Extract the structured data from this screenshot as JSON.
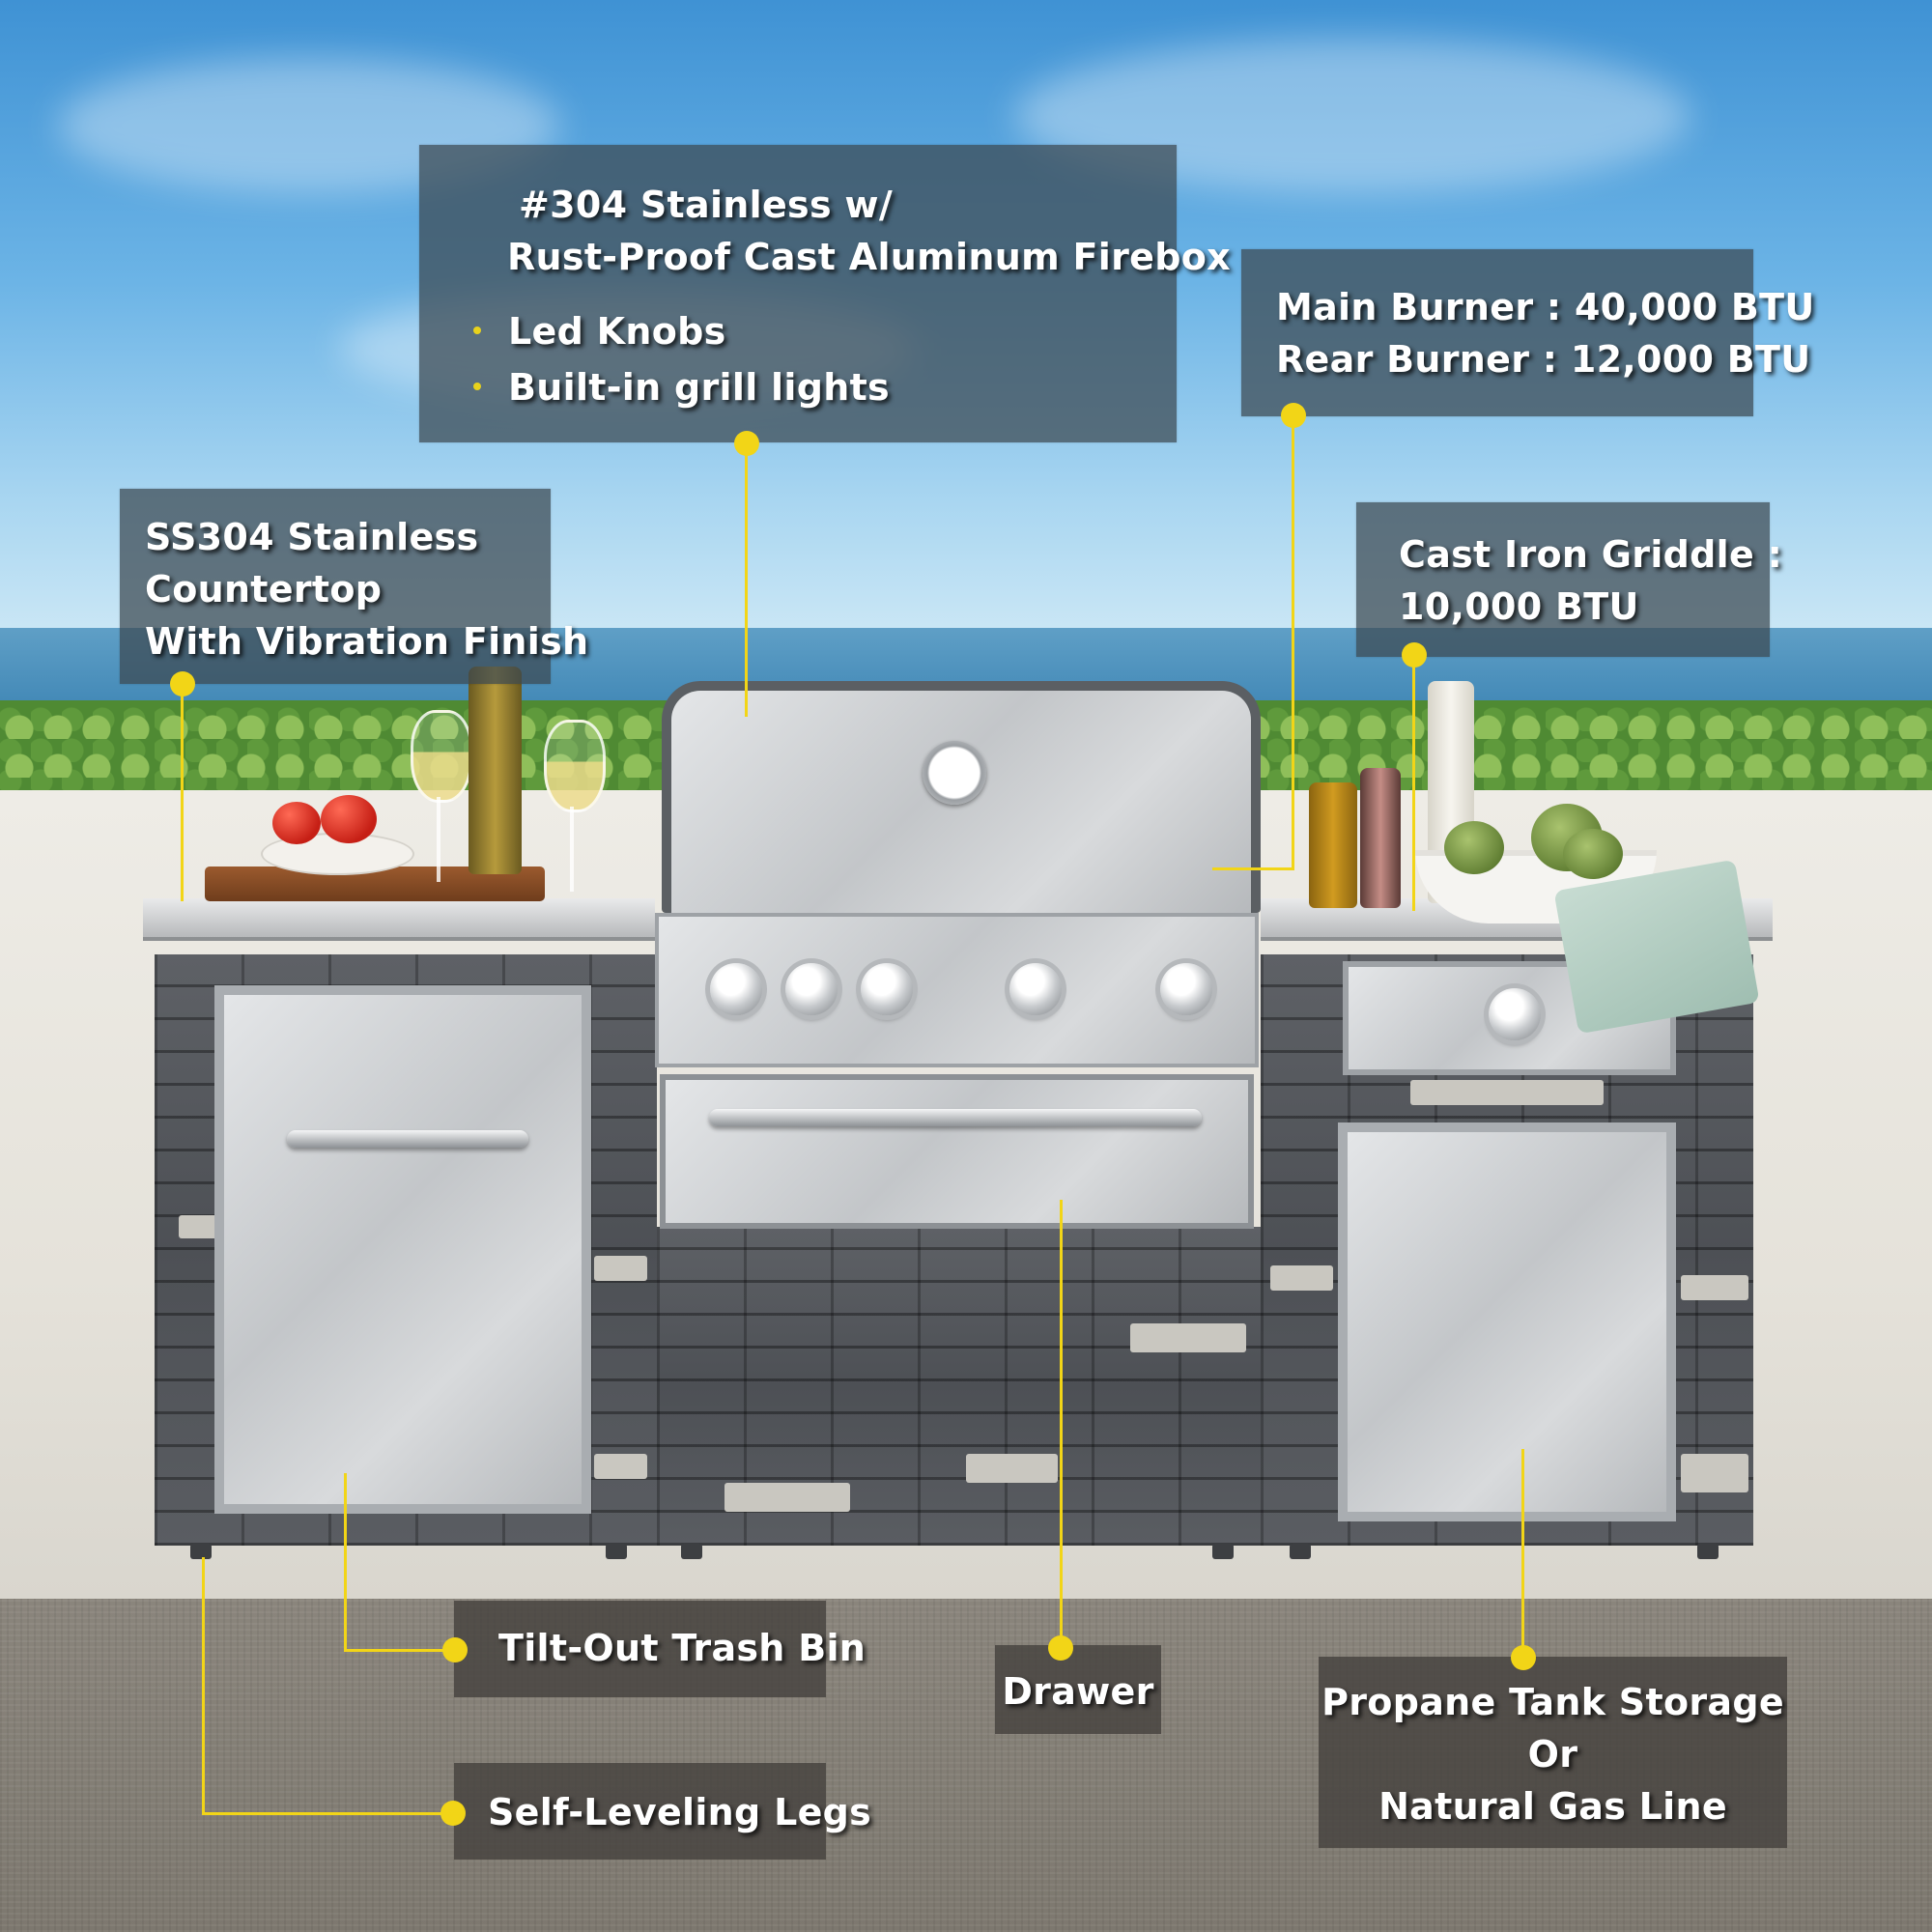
{
  "callouts": {
    "firebox": {
      "title_line1": "#304 Stainless w/",
      "title_line2": "Rust-Proof Cast  Aluminum Firebox",
      "bullets": [
        "Led Knobs",
        "Built-in grill lights"
      ]
    },
    "burners": {
      "line1": "Main Burner : 40,000 BTU",
      "line2": "Rear Burner : 12,000 BTU"
    },
    "countertop": {
      "line1": "SS304 Stainless",
      "line2": "Countertop",
      "line3": "With Vibration Finish"
    },
    "griddle": {
      "line1": "Cast Iron Griddle :",
      "line2": "10,000 BTU"
    },
    "trash_bin": "Tilt-Out Trash Bin",
    "legs": "Self-Leveling Legs",
    "drawer": "Drawer",
    "propane": {
      "line1": "Propane Tank Storage",
      "line2": "Or",
      "line3": "Natural Gas Line"
    }
  },
  "colors": {
    "accent": "#f2d517",
    "callout_bg": "#3c4850"
  }
}
